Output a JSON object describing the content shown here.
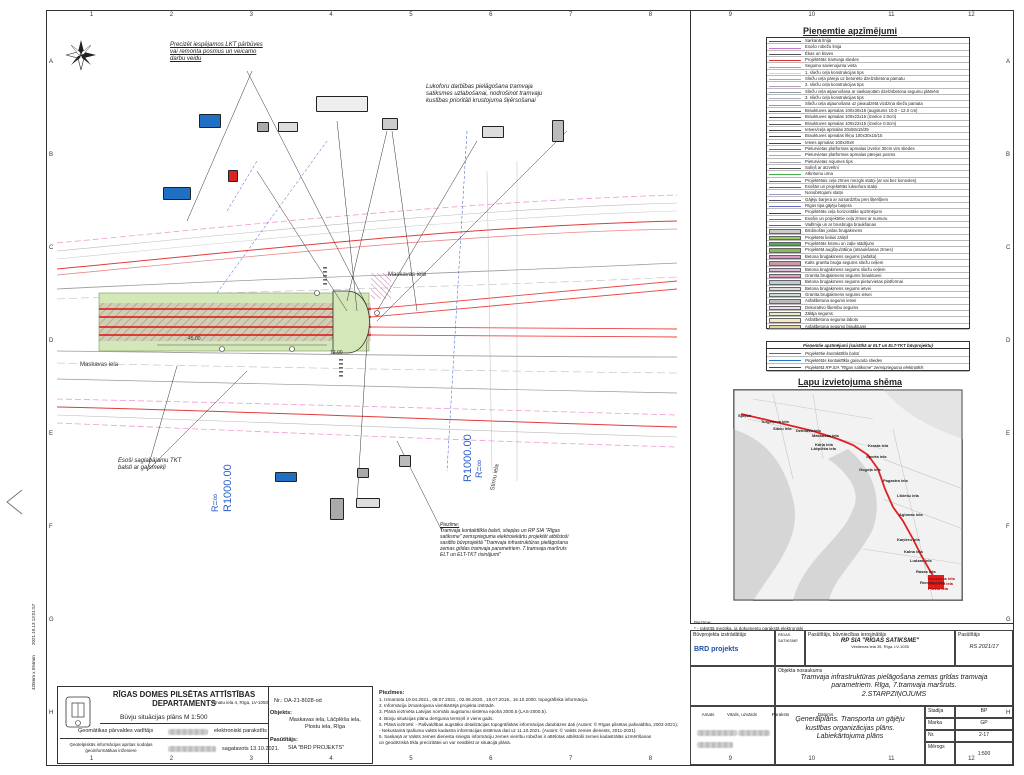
{
  "border": {
    "columns": [
      "1",
      "2",
      "3",
      "4",
      "5",
      "6",
      "7",
      "8",
      "9",
      "10",
      "11",
      "12"
    ],
    "rows": [
      "A",
      "B",
      "C",
      "D",
      "E",
      "F",
      "G",
      "H"
    ]
  },
  "plan": {
    "notes_top": "Precizēt iespējamos LKT pārbūves vai remonta posmus un veicamo darbu veidu",
    "note_tramline": "Lukoforu darbības pielāgošana tramvaja satiksmes uzlabošanai, nodrošinot tramvaju kustības prioritāti krustojuma šķērsošanai",
    "note_poles": "Esoši saglabājamu TKT balsti ar gaismekļi",
    "street_maskavas_1": "Maskavas iela",
    "street_maskavas_2": "Maskavas iela",
    "street_stirnu": "Stirnu iela",
    "radius_1a": "R=∞",
    "radius_1b": "R1000.00",
    "radius_2a": "R=∞",
    "radius_2b": "R1000.00",
    "dim_1": "45.00",
    "dim_2": "12.00",
    "piezime_title": "Piezīme:",
    "piezime_text": "Tramvaja kontakttīkla balsti, stiepļas un RP SIA \"Rīgas satiksme\" zemsprieguma elektroiekārtu projektēt atbilstoši sasitīto būvprojektā \"Tramvaja infrastruktūras pielāgošana zemas grīdas tramvaja parametriem. 7.tramvaja maršruts ELT un ELT-TKT risinājumi\""
  },
  "legend": {
    "title": "Pieņemtie apzīmējumi",
    "rows": [
      "Sarkanā līnija",
      "Esošo robežu līnija",
      "Ēkas un būves",
      "Projektētās tramvaja sliedes",
      "Segumu savienojuma vieta",
      "1. sliežu ceļa konstrukcijas tips",
      "Sliežu ceļa pāreja uz betonēto dzelzsbetona pamatu",
      "2. sliežu ceļa konstrukcijas tips",
      "Sliežu ceļa atjaunošana ar saskaņotām dzelzsbetona segumu plātnēm",
      "3. sliežu ceļa konstrukcijas tips",
      "Sliežu ceļa atjaunošana uz pieaudzētā vizdziņa sliežu pamata",
      "Brauktuves apmalas 100x30x15 (augstums 10.0 - 12.0 cm)",
      "Brauktuves apmalas 100x22x15 (izvelce 2.0cm)",
      "Brauktuves apmalas 100x22x15 (izvelce 0.0cm)",
      "Ietves/ceļa apmalas 20x50x15/35",
      "Brauktuves apmalas līkņu 100x30x15/15",
      "Ietves apmalas 100x20x8",
      "Pieturvietas platformas apmalas izvelce 30cm virs sliedes",
      "Pieturvietas platformas apmalas pārejas posms",
      "Pieturvietas nojumes tips",
      "Soliņš ar atzveltni",
      "Atkritumu urna",
      "Projektētais ceļa zīmes mezgls statņi (ar vai bez konsoles)",
      "Esošās un projektētās luksofora statņi",
      "Nonobētojami statņi",
      "Gājēju barjera ar aizsardzību pret šķēršļiem",
      "Rīgas tipa gājēju barjera",
      "Projektētās ceļa horizontālie apzīmējumi",
      "Esošie un projektētie ceļa zīmes ar numuru",
      "Vadlīnija un ar brusbruģa braukšanas",
      "Brīdinošās joslas bruģakmens",
      "Projektēts lielais zāliņš",
      "Projektētās krūmu un zaļie stādījumi",
      "Projektētā augšņu/zāliņa (atsaukšanas zīmes)",
      "Betona bruģakmens segums (asfalta)",
      "Kalts granīta bruģa segums sliežu ceļiem",
      "Betona bruģakmens segums sliežu ceļiem",
      "Granīta bruģakmens segums brauktuvei",
      "Betona bruģakmens segums pieturvietas platformai",
      "Betona bruģakmens segums ietvei",
      "Granīta bruģakmens segums ietvei",
      "Asfaltbetona segums ietvei",
      "Dekoratīvo šķembu segums",
      "Zālāja segums",
      "Asfaltbetona seguma labots",
      "Asfaltbetona segums brauktuvei"
    ],
    "sub_title": "Pieņemtie apzīmējumi (saistībā ar ELT un ELT-TKT būvprojektu)",
    "sub_rows": [
      "Projektētie kontakttīkla balsti",
      "Projektētās kontakttīkla gaisvada sliedes",
      "Projektētā RP SIA \"Rīgas satiksme\" zemsprieguma elektrotīkls"
    ]
  },
  "map": {
    "title": "Lapu izvietojuma shēma",
    "labels": [
      "Spīķeri",
      "Turgeņeva iela",
      "Slāvu iela",
      "Dzirnavu iela",
      "Maskavas iela",
      "Kārļa iela",
      "Lāčplēša iela",
      "Krasta iela",
      "Sporta iela",
      "Gogoļa iela",
      "Pagastra iela",
      "Lībiešu iela",
      "Aglonas iela",
      "Kaņieru iela",
      "Kalna iela",
      "Ludzas iela",
      "Rasas iela",
      "Rencēnu iela"
    ],
    "highlight": [
      "Maskavas iela",
      "Lāčplēša iela",
      "Ploštu iela"
    ]
  },
  "titleblock": {
    "org": "RĪGAS DOMES PILSĒTAS ATTĪSTĪBAS DEPARTAMENTS",
    "org_addr": "Amatu iela 4, Rīga, LV-1050",
    "scale_line": "Būvju situācijas plāns M 1:500",
    "nr": "Nr.: DA-21-8028-od",
    "objekts_label": "Objekts:",
    "objekts": "Maskavas iela, Lāčplēša iela, Plostu iela, Rīga",
    "pasutitajs_label": "Pasūtītājs:",
    "pasutitajs": "SIA \"BRD PROJEKTS\"",
    "geo_label": "Ģeomātikas pārvaldes vadītājs",
    "geo_signed": "elektroniski parakstīts",
    "geo_info": "Ģeotelpiskās informācijas apritas nodaļas ģeoinformātikas inženiere",
    "date_line": "sagatavots 13.10.2021.",
    "piezimes_title": "Piezīmes:",
    "piezimes": [
      "1. Izmantota 19.04.2021., 08.07.2021., 02.06.2020., 18.07.2016., 16.10.2000. topogrāfiskā informācija.",
      "2. Informācija izmantojama vienīkārtējā projekta izstrādē.",
      "3. Plānā iezīmēta Latvijas normālo augstumu sistēma epohā 2000,5 (LAS-2000,5).",
      "4. Būvju situācijas plāna derīguma termiņš ir viens gads.",
      "5. Plānā iezīmēti: - Pašvaldības augstāko detalizācijas topogrāfiskās informācijas datubāzes dati (Autors: © Rīgas pilsētas pašvaldība, 2002-2021);",
      "   - Nekustamā īpašuma valsts kadastra informācijas sistēmas dati uz 11.10.2021. (Autors: © Valsts zemes dienests, 2011-2021).",
      "6. Saskaņā ar Valsts zemes dienesta sniegto informāciju zemes vienību robežas ir attēlotas atbilstoši zemes kadastrālās uzmērīšanas",
      "   un ģeodēziskā tīkla precizitātei un var neatbilst ar situācijā plānā."
    ],
    "right_header_left": "Būvprojekta izstrādātājs",
    "right_header_mid": "Pasūtītājs, būvniecības ierosinātājs",
    "right_header_code": "Pasūtītājs",
    "client_name": "RP SIA \"RĪGAS SATIKSME\"",
    "client_addr": "Vestienas iela 35, Rīga, LV-1035",
    "designer_brand": "BRD projekts",
    "client_logo": "RĪGAS SATIKSME",
    "object_label": "Objekta nosaukums",
    "object_title_1": "Tramvaja infrastruktūras pielāgošana zemas grīdas tramvaja",
    "object_title_2": "parametriem. Rīga, 7.tramvaja maršruts.",
    "object_title_3": "2.STARPZIŅOJUMS",
    "project_no": "RS 2021/17",
    "drawing_title_1": "Ģenerālplāns. Transporta un gājēju",
    "drawing_title_2": "kustības organizācijas plāns.",
    "drawing_title_3": "Labiekārtojuma plāns",
    "stadija_label": "Stadija",
    "stadija": "BP",
    "marka_label": "Marka",
    "marka": "GP",
    "nr_label": "Nr.",
    "lapa": "2-17",
    "merogs_label": "Mērogs",
    "merogs": "1:500",
    "sign_cols": [
      "Amats",
      "Vārds, uzvārds",
      "Paraksts",
      "Datums"
    ],
    "piezime_small": "Piezīme:\n* - rakstītā meotika, ja dokumentu parakstā elektroniski",
    "edge_code_1": "420mm x 594mm",
    "edge_code_2": "2021.10.13 13:51:57"
  }
}
